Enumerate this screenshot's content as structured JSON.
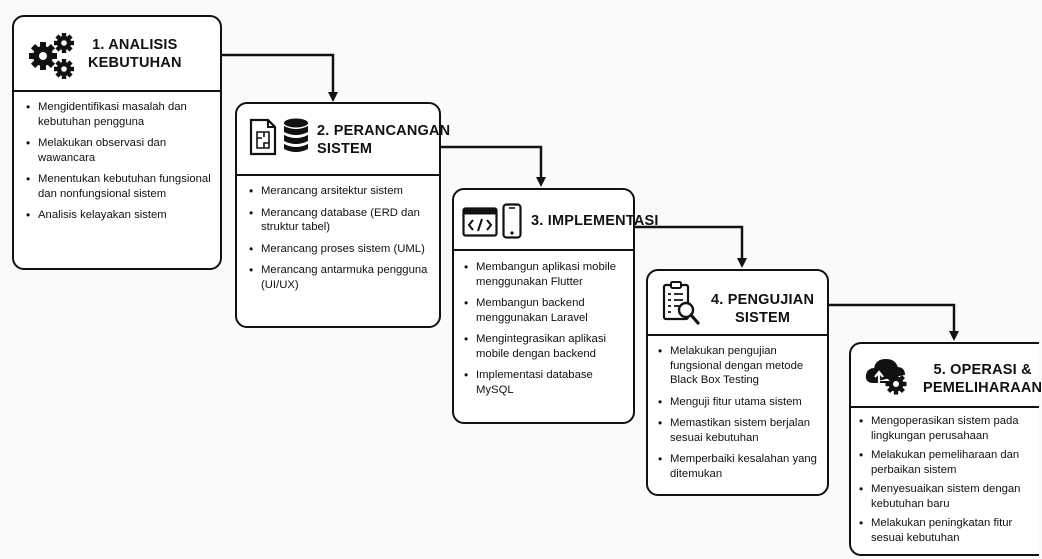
{
  "stages": [
    {
      "title_lines": [
        "1. ANALISIS",
        "KEBUTUHAN"
      ],
      "icon": "gears-icon",
      "bullets": [
        "Mengidentifikasi masalah dan kebutuhan pengguna",
        "Melakukan observasi dan wawancara",
        "Menentukan kebutuhan fungsional dan nonfungsional sistem",
        "Analisis kelayakan sistem"
      ]
    },
    {
      "title_lines": [
        "2. PERANCANGAN",
        "SISTEM"
      ],
      "icon": "blueprint-database-icon",
      "bullets": [
        "Merancang arsitektur sistem",
        "Merancang database (ERD dan struktur tabel)",
        "Merancang proses sistem (UML)",
        "Merancang antarmuka pengguna (UI/UX)"
      ]
    },
    {
      "title_lines": [
        "3. IMPLEMENTASI"
      ],
      "icon": "code-mobile-icon",
      "bullets": [
        "Membangun aplikasi mobile menggunakan Flutter",
        "Membangun backend menggunakan Laravel",
        "Mengintegrasikan aplikasi mobile dengan backend",
        "Implementasi database MySQL"
      ]
    },
    {
      "title_lines": [
        "4. PENGUJIAN",
        "SISTEM"
      ],
      "icon": "checklist-magnifier-icon",
      "bullets": [
        "Melakukan pengujian fungsional dengan metode Black Box Testing",
        "Menguji fitur utama sistem",
        "Memastikan sistem berjalan sesuai kebutuhan",
        "Memperbaiki kesalahan yang ditemukan"
      ]
    },
    {
      "title_lines": [
        "5. OPERASI &",
        "PEMELIHARAAN"
      ],
      "icon": "cloud-gear-icon",
      "bullets": [
        "Mengoperasikan sistem pada lingkungan perusahaan",
        "Melakukan pemeliharaan dan perbaikan sistem",
        "Menyesuaikan sistem dengan kebutuhan baru",
        "Melakukan peningkatan fitur sesuai kebutuhan"
      ]
    }
  ]
}
